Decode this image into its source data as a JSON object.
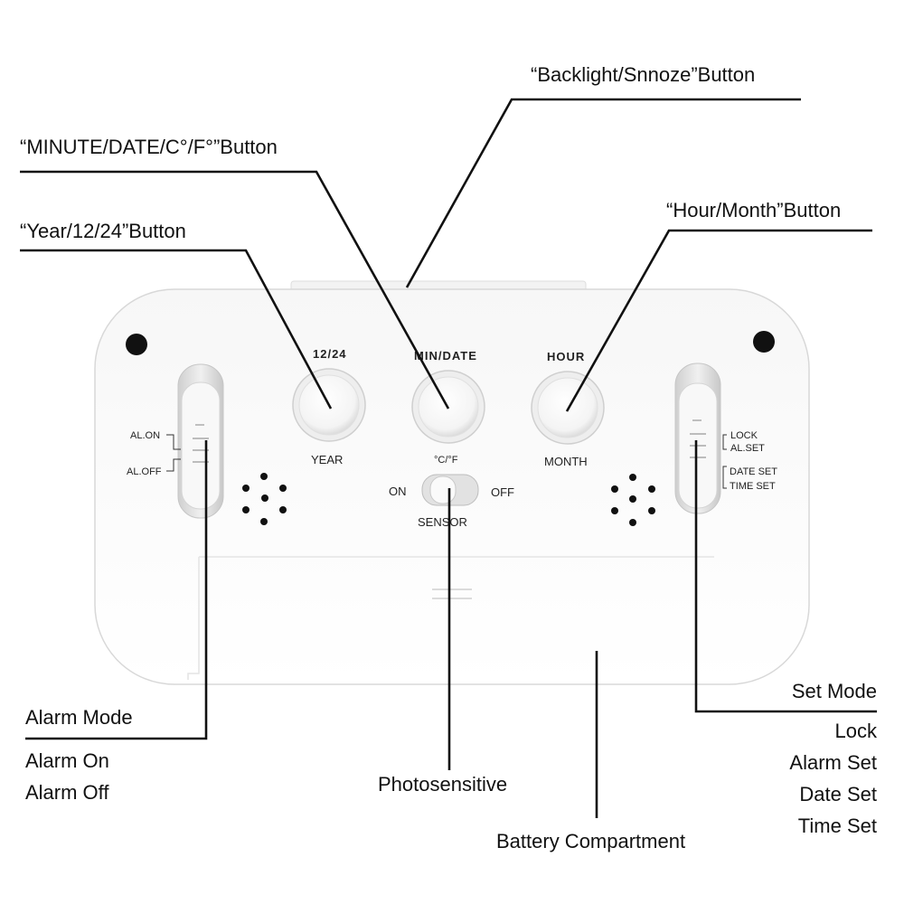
{
  "callouts": {
    "backlight": "“Backlight/Snnoze”Button",
    "minute_date": "“MINUTE/DATE/C°/F°”Button",
    "year_1224": "“Year/12/24”Button",
    "hour_month": "“Hour/Month”Button",
    "alarm_mode": "Alarm Mode",
    "alarm_on": "Alarm On",
    "alarm_off": "Alarm Off",
    "photosensitive": "Photosensitive",
    "battery": "Battery Compartment",
    "set_mode": "Set Mode",
    "lock": "Lock",
    "alarm_set": "Alarm Set",
    "date_set": "Date Set",
    "time_set": "Time Set"
  },
  "device": {
    "btn_1224_top": "12/24",
    "btn_1224_bottom": "YEAR",
    "btn_min_top": "MIN/DATE",
    "btn_min_bottom": "°C/°F",
    "btn_hour_top": "HOUR",
    "btn_hour_bottom": "MONTH",
    "sensor_on": "ON",
    "sensor_off": "OFF",
    "sensor_label": "SENSOR",
    "al_on": "AL.ON",
    "al_off": "AL.OFF",
    "lock_small": "LOCK",
    "alset_small": "AL.SET",
    "dateset_small": "DATE SET",
    "timeset_small": "TIME SET"
  }
}
